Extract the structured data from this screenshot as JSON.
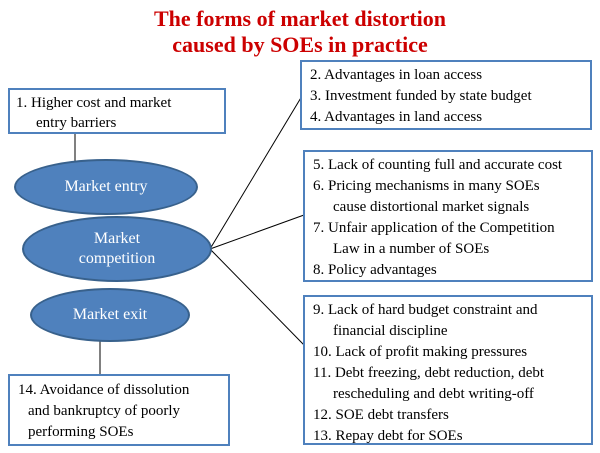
{
  "title": {
    "line1": "The forms of market distortion",
    "line2": "caused by SOEs in practice"
  },
  "colors": {
    "title_red": "#cc0000",
    "ellipse_fill": "#4f81bd",
    "ellipse_border": "#38618c",
    "box_border": "#4f81bd",
    "connector": "#000000"
  },
  "ellipses": {
    "entry": {
      "label": "Market entry"
    },
    "competition": {
      "label": "Market competition"
    },
    "exit": {
      "label": "Market exit"
    }
  },
  "boxes": {
    "box1": {
      "lines": [
        "1. Higher cost and market",
        "entry barriers"
      ]
    },
    "box2": {
      "lines": [
        "2. Advantages in loan access",
        "3. Investment funded by state budget",
        "4. Advantages in land access"
      ]
    },
    "box5": {
      "lines": [
        "5. Lack of counting full and accurate cost",
        "6. Pricing mechanisms in many SOEs",
        "cause distortional market signals",
        "7. Unfair application of the Competition",
        "Law in a number of SOEs",
        "8. Policy advantages"
      ]
    },
    "box9": {
      "lines": [
        "9. Lack of hard budget constraint and",
        "financial discipline",
        "10. Lack of profit making pressures",
        "11. Debt freezing, debt reduction, debt",
        "rescheduling and debt writing-off",
        "12. SOE debt transfers",
        "13. Repay debt for SOEs"
      ]
    },
    "box14": {
      "lines": [
        "14. Avoidance of dissolution",
        "and bankruptcy of poorly",
        "performing SOEs"
      ]
    }
  }
}
